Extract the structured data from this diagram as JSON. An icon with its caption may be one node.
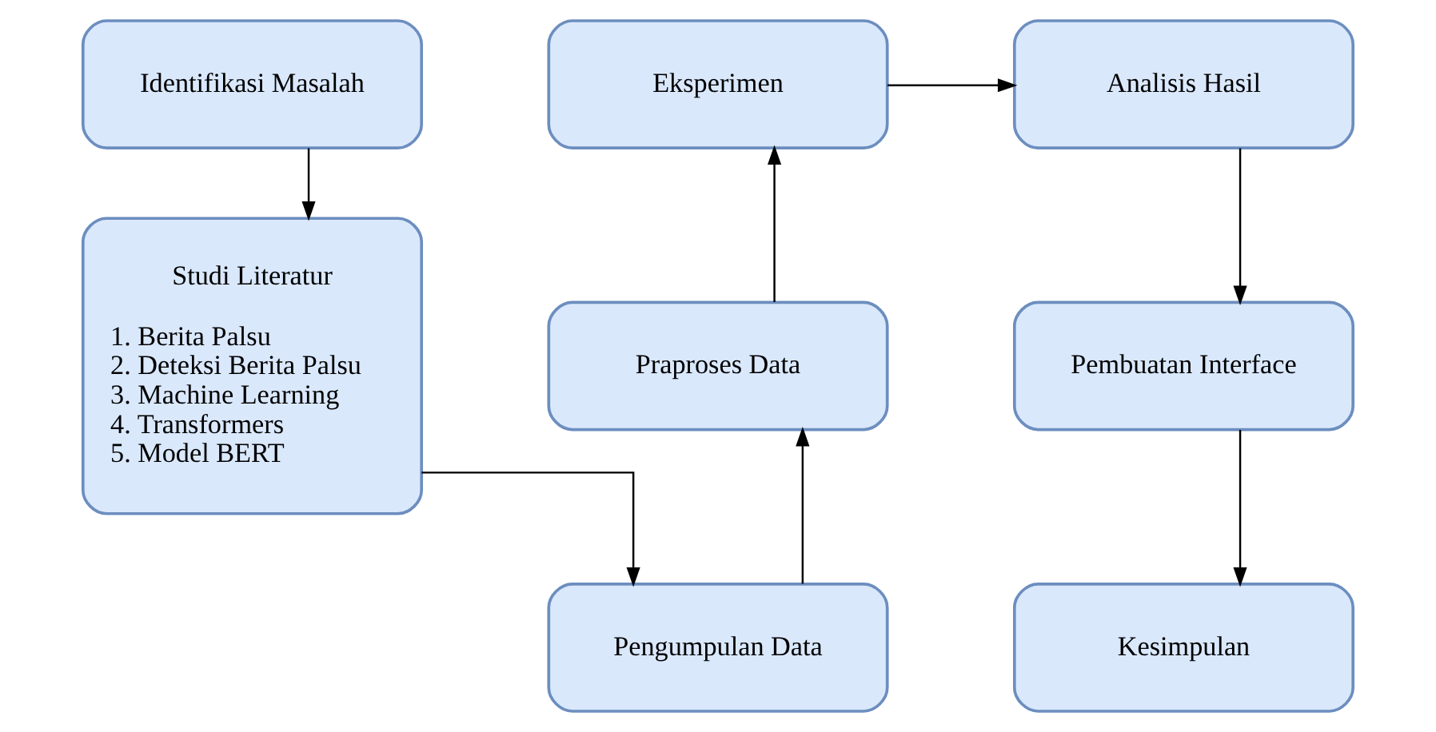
{
  "diagram": {
    "nodes": [
      {
        "text": [
          "Identifikasi Masalah"
        ]
      },
      {
        "text": [
          "Studi Literatur",
          "1. Berita Palsu",
          "2. Deteksi Berita Palsu",
          "3. Machine Learning",
          "4. Transformers",
          "5. Model BERT"
        ]
      },
      {
        "text": [
          "Eksperimen"
        ]
      },
      {
        "text": [
          "Praproses Data"
        ]
      },
      {
        "text": [
          "Pengumpulan Data"
        ]
      },
      {
        "text": [
          "Analisis Hasil"
        ]
      },
      {
        "text": [
          "Pembuatan Interface"
        ]
      },
      {
        "text": [
          "Kesimpulan"
        ]
      }
    ],
    "edges": [
      {
        "from": 0,
        "to": 1,
        "arrow": "to"
      },
      {
        "from": 1,
        "to": 4,
        "arrow": "to"
      },
      {
        "from": 4,
        "to": 3,
        "arrow": "to"
      },
      {
        "from": 3,
        "to": 2,
        "arrow": "to"
      },
      {
        "from": 2,
        "to": 5,
        "arrow": "to"
      },
      {
        "from": 5,
        "to": 6,
        "arrow": "to"
      },
      {
        "from": 6,
        "to": 7,
        "arrow": "to"
      }
    ]
  }
}
